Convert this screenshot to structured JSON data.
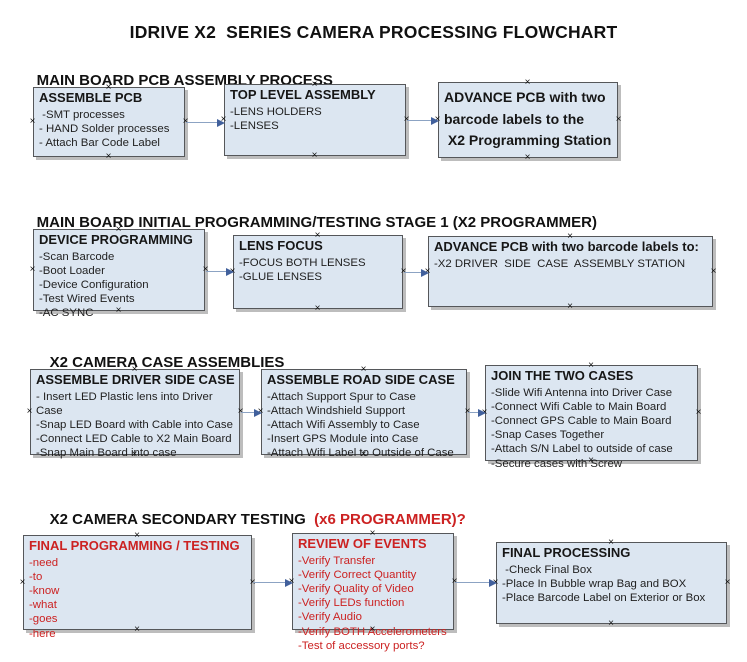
{
  "title": "IDRIVE X2  SERIES CAMERA PROCESSING FLOWCHART",
  "icons": {
    "connection_handle": "×",
    "arrow_head": "right-triangle"
  },
  "colors": {
    "box_fill": "#dce6f1",
    "box_border": "#55575a",
    "box_shadow": "#bdbdbd",
    "arrow_line": "#8ca3c3",
    "arrow_head": "#41609c",
    "red_text": "#cc2222",
    "black_text": "#161616",
    "background": "#ffffff"
  },
  "sections": [
    {
      "header": "MAIN BOARD PCB ASSEMBLY PROCESS",
      "boxes": [
        {
          "title": "ASSEMBLE PCB",
          "items": [
            " -SMT processes",
            "- HAND Solder processes",
            "- Attach Bar Code Label"
          ]
        },
        {
          "title": "TOP LEVEL ASSEMBLY",
          "items": [
            "-LENS HOLDERS",
            "-LENSES"
          ]
        },
        {
          "title": "ADVANCE PCB with two barcode labels to the\n X2 Programming Station",
          "items": []
        }
      ]
    },
    {
      "header": "MAIN BOARD INITIAL PROGRAMMING/TESTING STAGE 1 (X2 PROGRAMMER)",
      "boxes": [
        {
          "title": "DEVICE PROGRAMMING",
          "items": [
            "-Scan Barcode",
            "-Boot Loader",
            "-Device Configuration",
            "-Test Wired Events",
            "-AC SYNC"
          ]
        },
        {
          "title": "LENS FOCUS",
          "items": [
            "-FOCUS BOTH LENSES",
            "-GLUE LENSES"
          ]
        },
        {
          "title": "ADVANCE PCB with two barcode labels to:",
          "items": [
            "-X2 DRIVER  SIDE  CASE  ASSEMBLY STATION"
          ]
        }
      ]
    },
    {
      "header": "X2 CAMERA CASE ASSEMBLIES",
      "boxes": [
        {
          "title": "ASSEMBLE DRIVER SIDE CASE",
          "items": [
            "- Insert LED Plastic lens into Driver Case",
            "-Snap LED Board with Cable into Case",
            "-Connect LED Cable to X2 Main Board",
            "-Snap Main Board into case"
          ]
        },
        {
          "title": "ASSEMBLE ROAD SIDE CASE",
          "items": [
            "-Attach Support Spur to Case",
            "-Attach Windshield Support",
            "-Attach Wifi Assembly to Case",
            "-Insert GPS Module into Case",
            "-Attach Wifi Label to Outside of Case"
          ]
        },
        {
          "title": "JOIN THE TWO CASES",
          "items": [
            "-Slide Wifi Antenna into Driver Case",
            "-Connect Wifi Cable to Main Board",
            "-Connect GPS Cable to Main Board",
            "-Snap Cases Together",
            "-Attach S/N Label to outside of case",
            "-Secure cases with Screw"
          ]
        }
      ]
    },
    {
      "header": "X2 CAMERA SECONDARY TESTING ",
      "header_red": " (x6 PROGRAMMER)?",
      "boxes": [
        {
          "title": "FINAL PROGRAMMING / TESTING",
          "red": true,
          "items": [
            "-need",
            "-to",
            "-know",
            "-what",
            "-goes",
            "-here"
          ]
        },
        {
          "title": "REVIEW OF EVENTS",
          "red": true,
          "items": [
            "-Verify Transfer",
            "-Verify Correct Quantity",
            "-Verify Quality of Video",
            "-Verify LEDs function",
            "-Verify Audio",
            "-Verify BOTH Accelerometers",
            "-Test of accessory ports?"
          ]
        },
        {
          "title": "FINAL PROCESSING",
          "items": [
            " -Check Final Box",
            "-Place In Bubble wrap Bag and BOX",
            "-Place Barcode Label on Exterior or Box"
          ]
        }
      ]
    }
  ]
}
